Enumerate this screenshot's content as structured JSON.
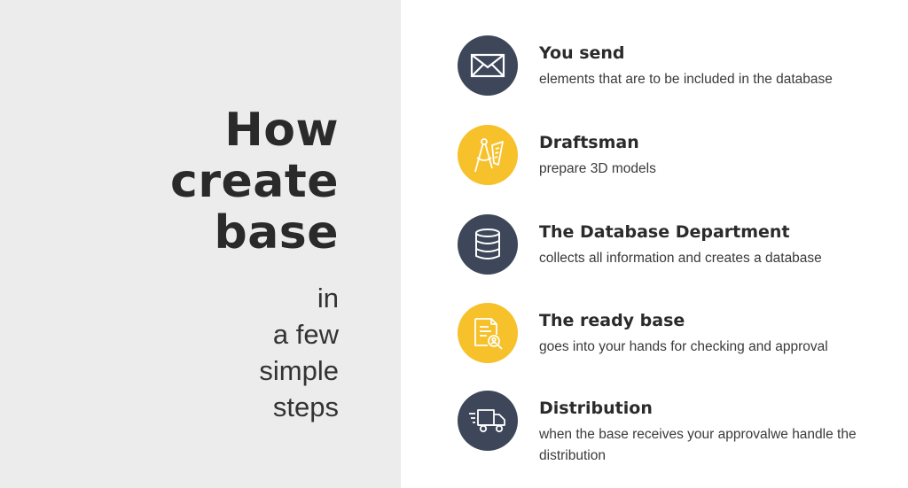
{
  "heading": {
    "line1": "How",
    "line2": "create",
    "line3": "base"
  },
  "subheading": {
    "line1": "in",
    "line2": "a few",
    "line3": "simple",
    "line4": "steps"
  },
  "colors": {
    "navy": "#3d4759",
    "yellow": "#f6c12a",
    "left_bg": "#ececec"
  },
  "steps": [
    {
      "icon": "envelope-icon",
      "title": "You send",
      "description": "elements that are to be included in the database"
    },
    {
      "icon": "drafting-compass-icon",
      "title": "Draftsman",
      "description": "prepare 3D models"
    },
    {
      "icon": "database-icon",
      "title": "The Database Department",
      "description": "collects all information and creates a database"
    },
    {
      "icon": "document-search-icon",
      "title": "The ready base",
      "description": "goes into your hands for checking and approval"
    },
    {
      "icon": "delivery-truck-icon",
      "title": "Distribution",
      "description": "when the base receives your approvalwe handle the distribution"
    }
  ]
}
